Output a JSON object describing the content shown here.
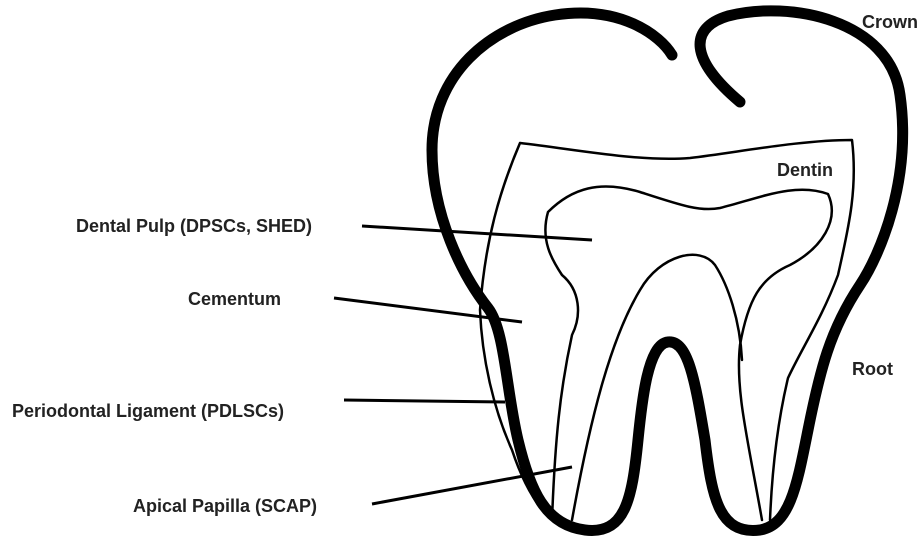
{
  "labels": {
    "crown": "Crown",
    "dentin": "Dentin",
    "root": "Root",
    "dental_pulp": "Dental Pulp (DPSCs, SHED)",
    "cementum": "Cementum",
    "periodontal_ligament": "Periodontal Ligament (PDLSCs)",
    "apical_papilla": "Apical Papilla (SCAP)"
  },
  "colors": {
    "outline": "#000000",
    "text": "#222222",
    "background": "#ffffff"
  }
}
